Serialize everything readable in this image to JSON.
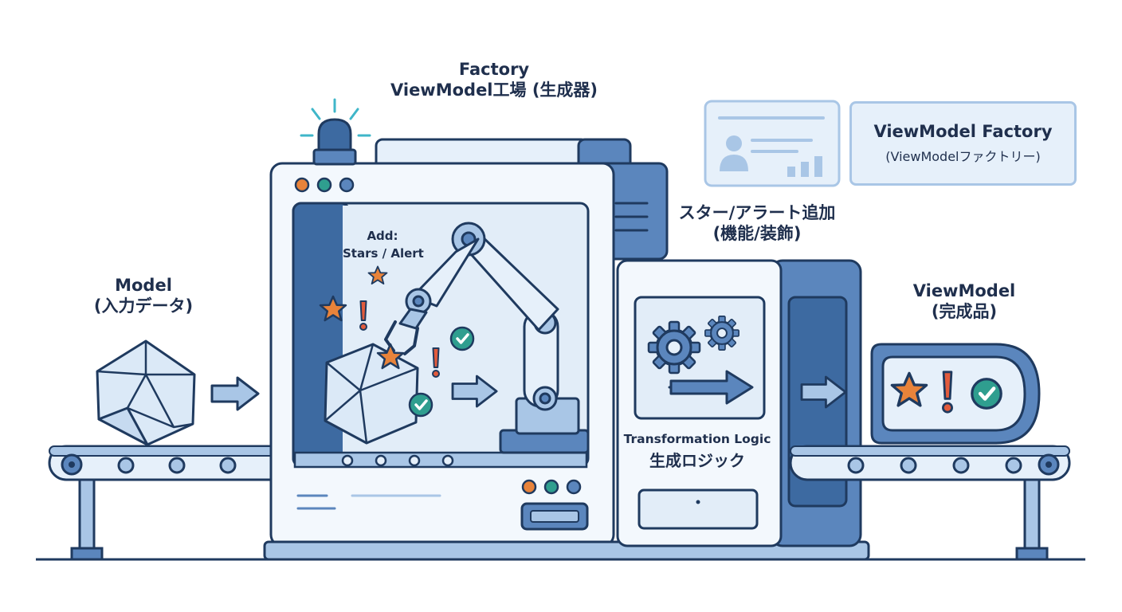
{
  "labels": {
    "factory_title": "Factory",
    "factory_subtitle": "ViewModel工場 (生成器)",
    "model_title": "Model",
    "model_subtitle": "(入力データ)",
    "viewmodel_title": "ViewModel",
    "viewmodel_subtitle": "(完成品)",
    "add_feature_title": "スター/アラート追加",
    "add_feature_subtitle": "(機能/装飾)",
    "add_line1": "Add:",
    "add_line2": "Stars / Alert",
    "logic_en": "Transformation Logic",
    "logic_ja": "生成ロジック",
    "vmf_card_title": "ViewModel Factory",
    "vmf_card_subtitle": "(ViewModelファクトリー)"
  },
  "colors": {
    "outline": "#1f3a5f",
    "machine_dark": "#5b86bd",
    "machine_mid": "#a9c6e6",
    "machine_light": "#e6f0fa",
    "star": "#e8833a",
    "check": "#2f9e8f",
    "alert_red": "#e25b3c"
  },
  "icons": [
    "star-icon",
    "alert-icon",
    "check-icon",
    "gear-icon",
    "arrow-right-icon",
    "person-icon",
    "bar-chart-icon",
    "beacon-icon"
  ]
}
